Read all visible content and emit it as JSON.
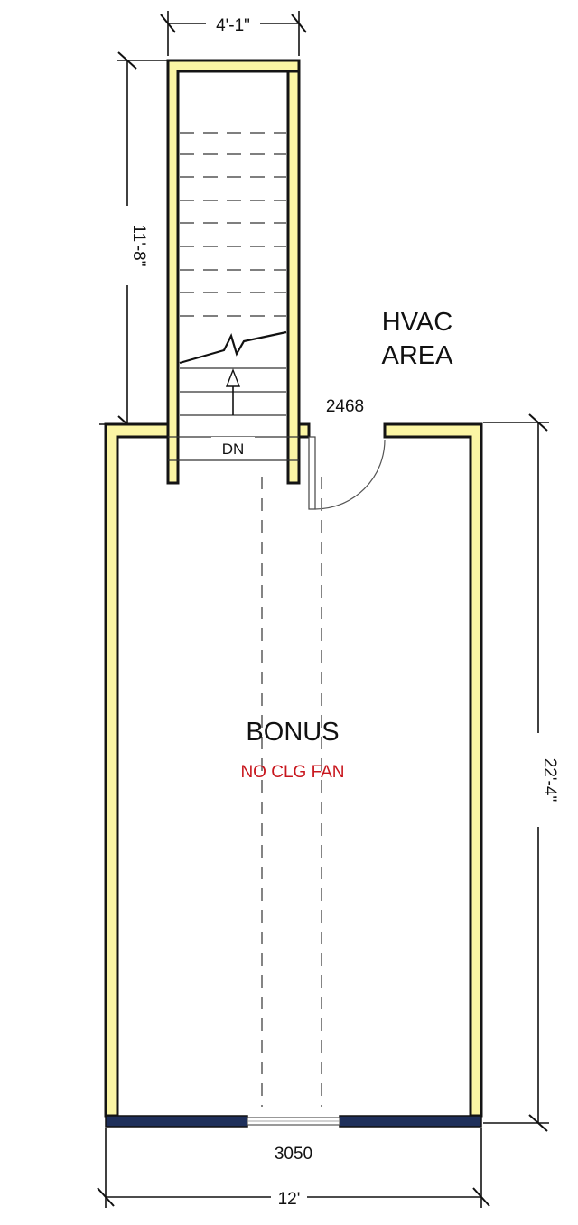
{
  "plan": {
    "room_name": "BONUS",
    "room_note": "NO CLG FAN",
    "hvac_line1": "HVAC",
    "hvac_line2": "AREA",
    "stair_label": "DN",
    "door_tag": "2468",
    "window_tag": "3050",
    "dim_stair_width": "4'-1\"",
    "dim_stair_length": "11'-8\"",
    "dim_room_depth": "22'-4\"",
    "dim_room_width": "12'",
    "wall_color": "#fbf5a4",
    "window_color": "#1e2f5a",
    "note_color": "#c8161d"
  }
}
